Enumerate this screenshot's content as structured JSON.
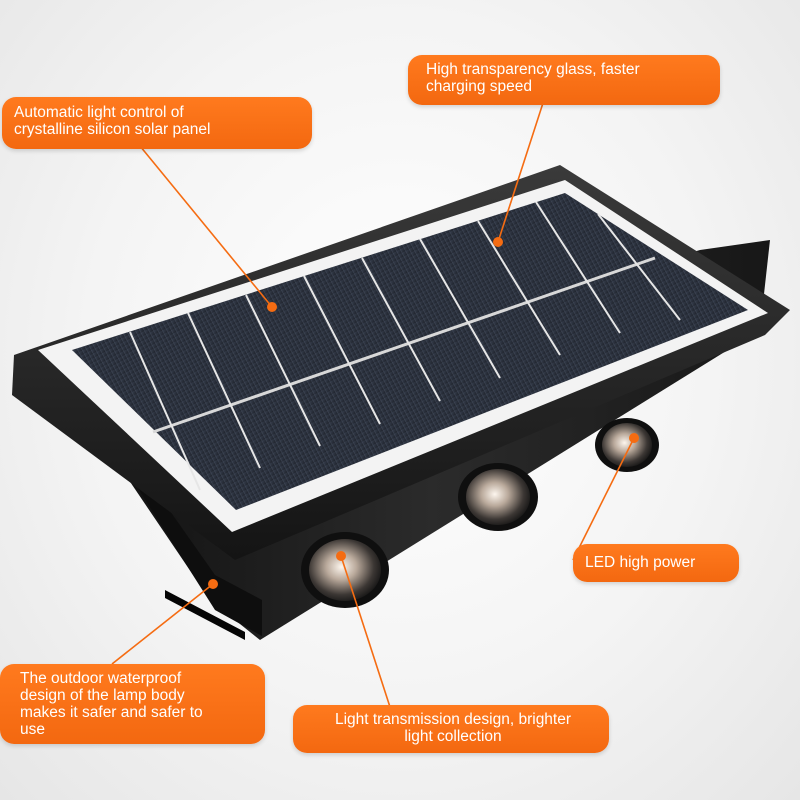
{
  "callouts": {
    "solar_panel": "Automatic light control of\ncrystalline silicon solar panel",
    "glass": "High transparency glass, faster\ncharging speed",
    "led": "LED high power",
    "waterproof": "The outdoor waterproof\ndesign of the lamp body\nmakes it safer and safer to\nuse",
    "light_transmission": "Light transmission design, brighter\nlight collection"
  },
  "colors": {
    "callout_orange": "#f56c12",
    "body_black": "#1c1c1c",
    "panel_cell": "#2a2f3a",
    "panel_frame": "#f2f2f2"
  }
}
